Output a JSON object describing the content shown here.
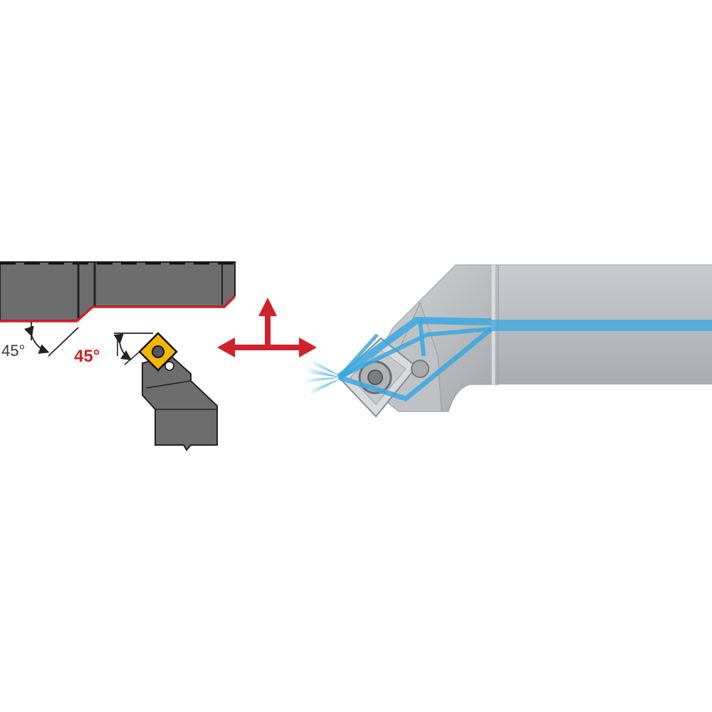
{
  "labels": {
    "holder_angle": "45°",
    "insert_angle": "45°"
  },
  "colors": {
    "accent_red": "#d0222b",
    "holder_gray": "#6d6d6d",
    "insert_yellow": "#f2b600",
    "coolant_blue": "#3aa8e0",
    "tool_steel": "#b9bdc0"
  },
  "icons": {
    "feed_direction": "two-way-arrow-with-up-arrow"
  }
}
